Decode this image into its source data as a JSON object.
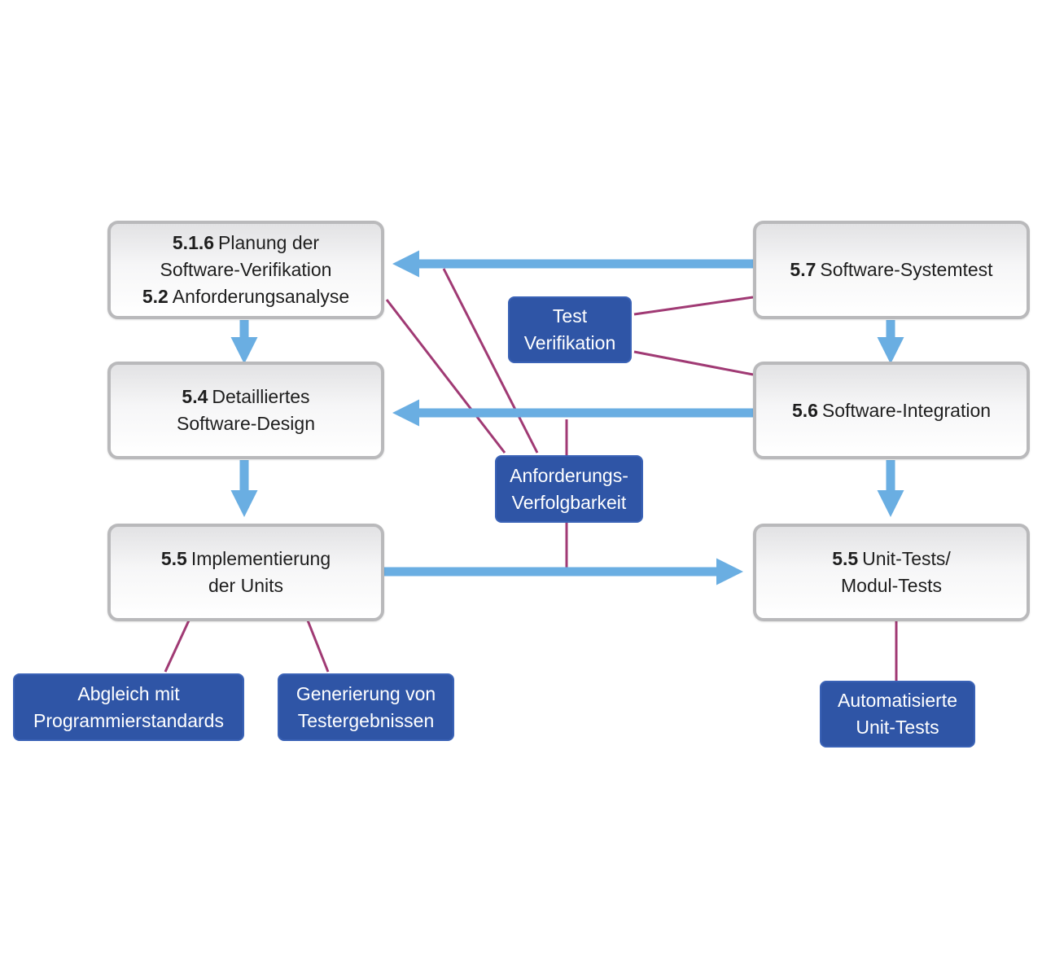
{
  "colors": {
    "flow_arrow": "#6aaee2",
    "link_line": "#a03a74",
    "tool_box": "#2f55a6",
    "process_border": "#b9b9bb"
  },
  "processes": {
    "planning": {
      "line1_num": "5.1.6",
      "line1_text": "Planung der",
      "line2_text": "Software-Verifikation",
      "line3_num": "5.2",
      "line3_text": "Anforderungsanalyse"
    },
    "design": {
      "num": "5.4",
      "line1_text": "Detailliertes",
      "line2_text": "Software-Design"
    },
    "implementation": {
      "num": "5.5",
      "line1_text": "Implementierung",
      "line2_text": "der Units"
    },
    "system_test": {
      "num": "5.7",
      "text": "Software-Systemtest"
    },
    "integration": {
      "num": "5.6",
      "text": "Software-Integration"
    },
    "unit_tests": {
      "num": "5.5",
      "line1_text": "Unit-Tests/",
      "line2_text": "Modul-Tests"
    }
  },
  "tools": {
    "test_verification": {
      "line1": "Test",
      "line2": "Verifikation"
    },
    "traceability": {
      "line1": "Anforderungs-",
      "line2": "Verfolgbarkeit"
    },
    "coding_standards": {
      "line1": "Abgleich mit",
      "line2": "Programmierstandards"
    },
    "test_results": {
      "line1": "Generierung von",
      "line2": "Testergebnissen"
    },
    "automated_unit_tests": {
      "line1": "Automatisierte",
      "line2": "Unit-Tests"
    }
  }
}
